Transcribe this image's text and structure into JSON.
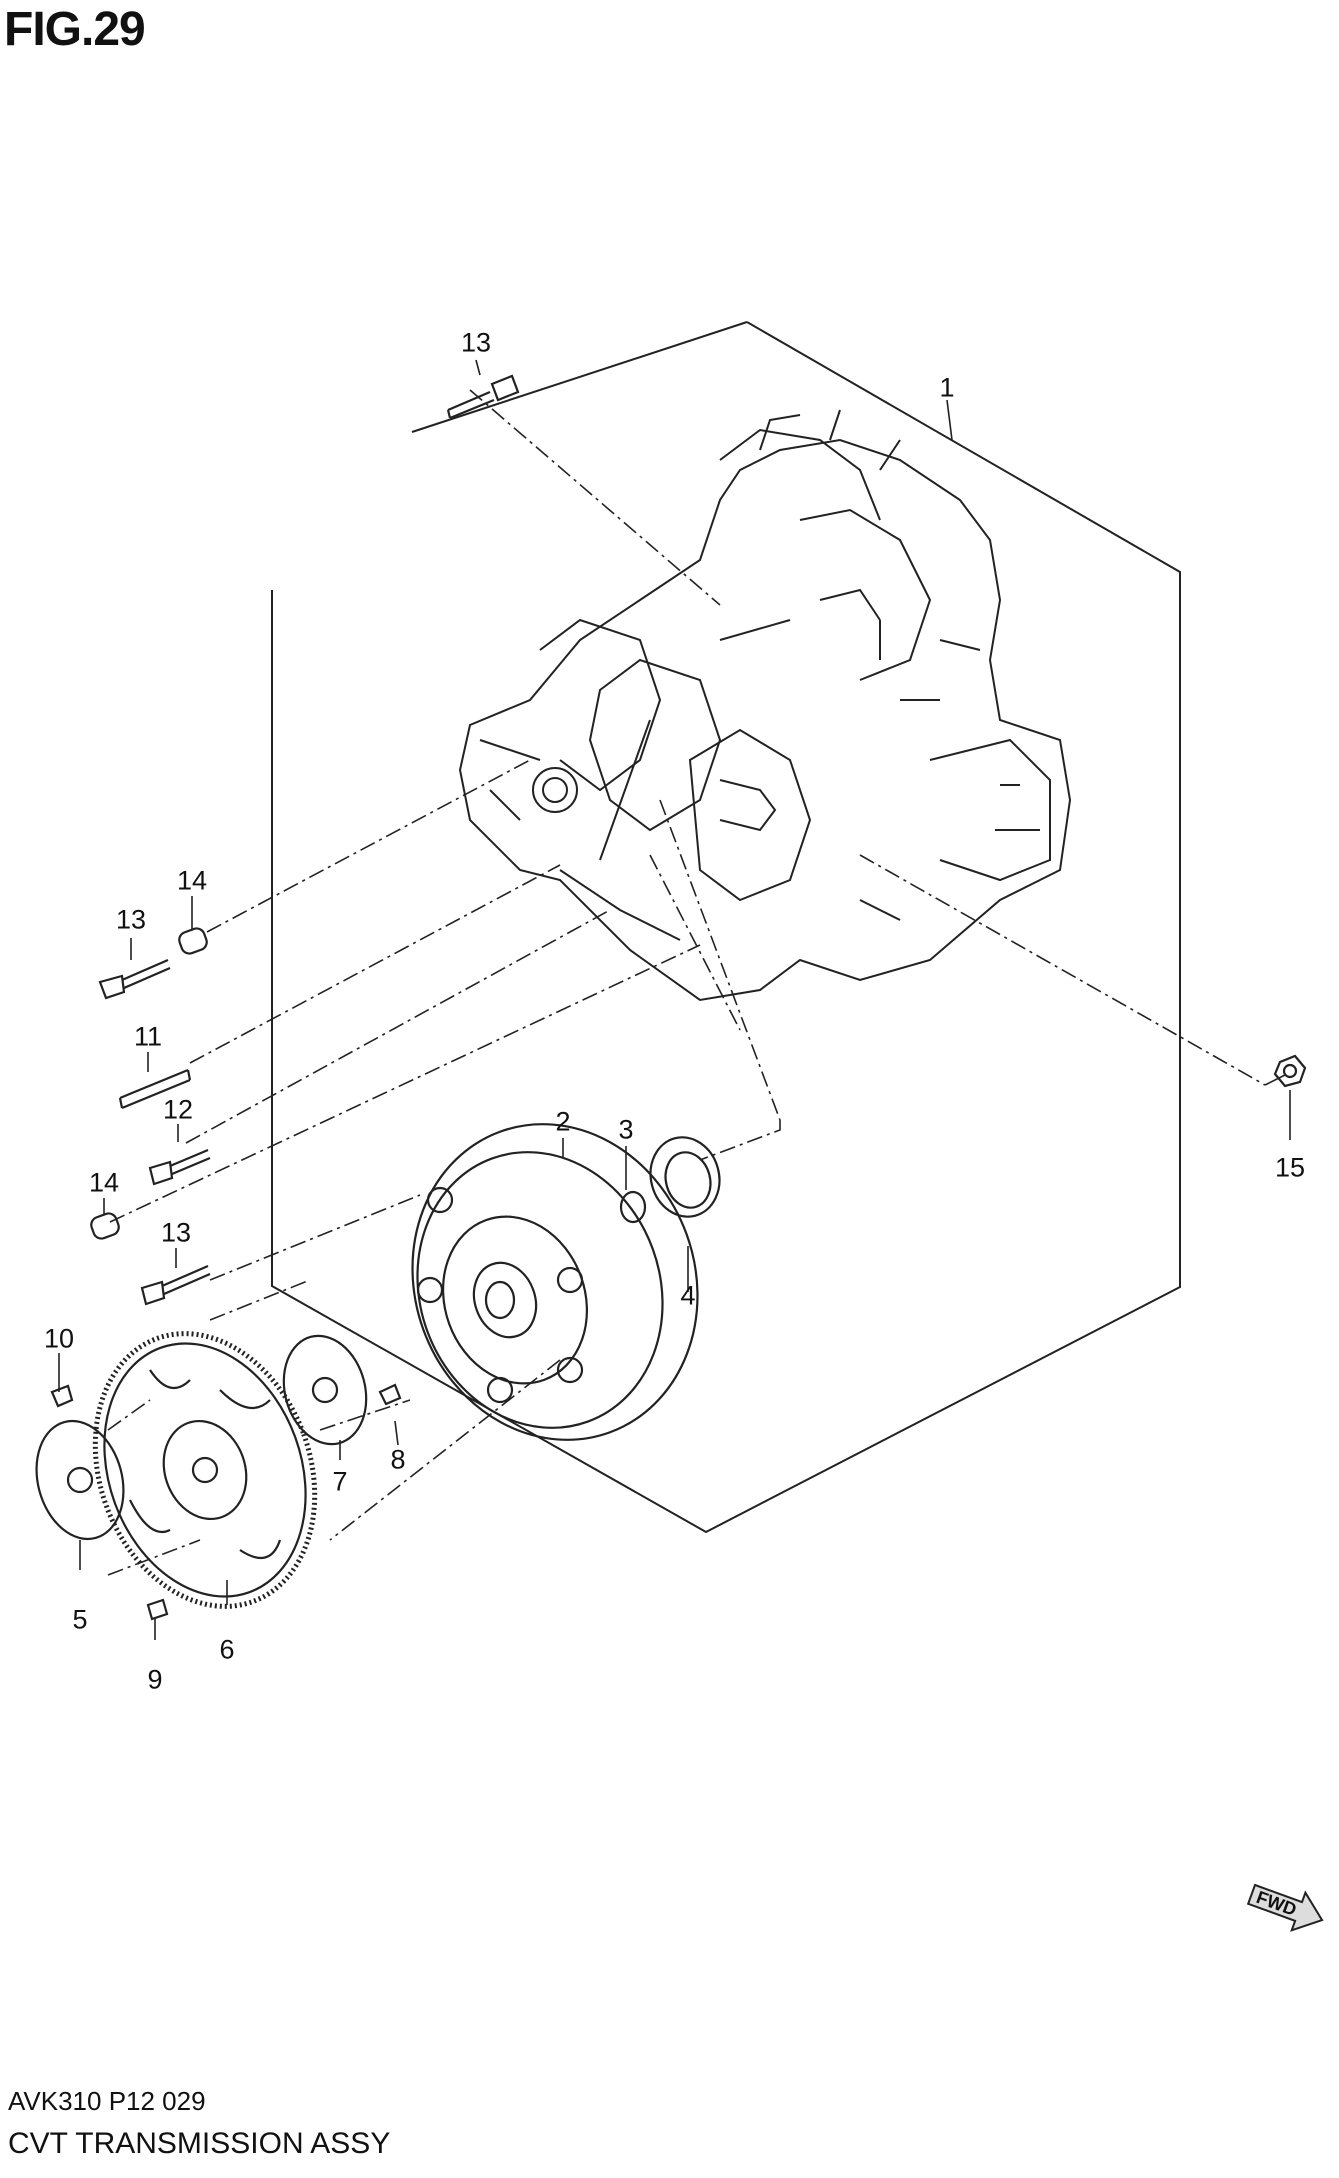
{
  "figure": {
    "title": "FIG.29"
  },
  "footer": {
    "code": "AVK310 P12 029",
    "name": "CVT TRANSMISSION ASSY"
  },
  "direction_mark": {
    "label": "FWD",
    "icon": "fwd-arrow-icon"
  },
  "parts": {
    "p1": "1",
    "p2": "2",
    "p3": "3",
    "p4": "4",
    "p5": "5",
    "p6": "6",
    "p7": "7",
    "p8": "8",
    "p9": "9",
    "p10": "10",
    "p11": "11",
    "p12": "12",
    "p13a": "13",
    "p13b": "13",
    "p13c": "13",
    "p14a": "14",
    "p14b": "14",
    "p15": "15"
  },
  "colors": {
    "line": "#222222",
    "background": "#ffffff"
  }
}
